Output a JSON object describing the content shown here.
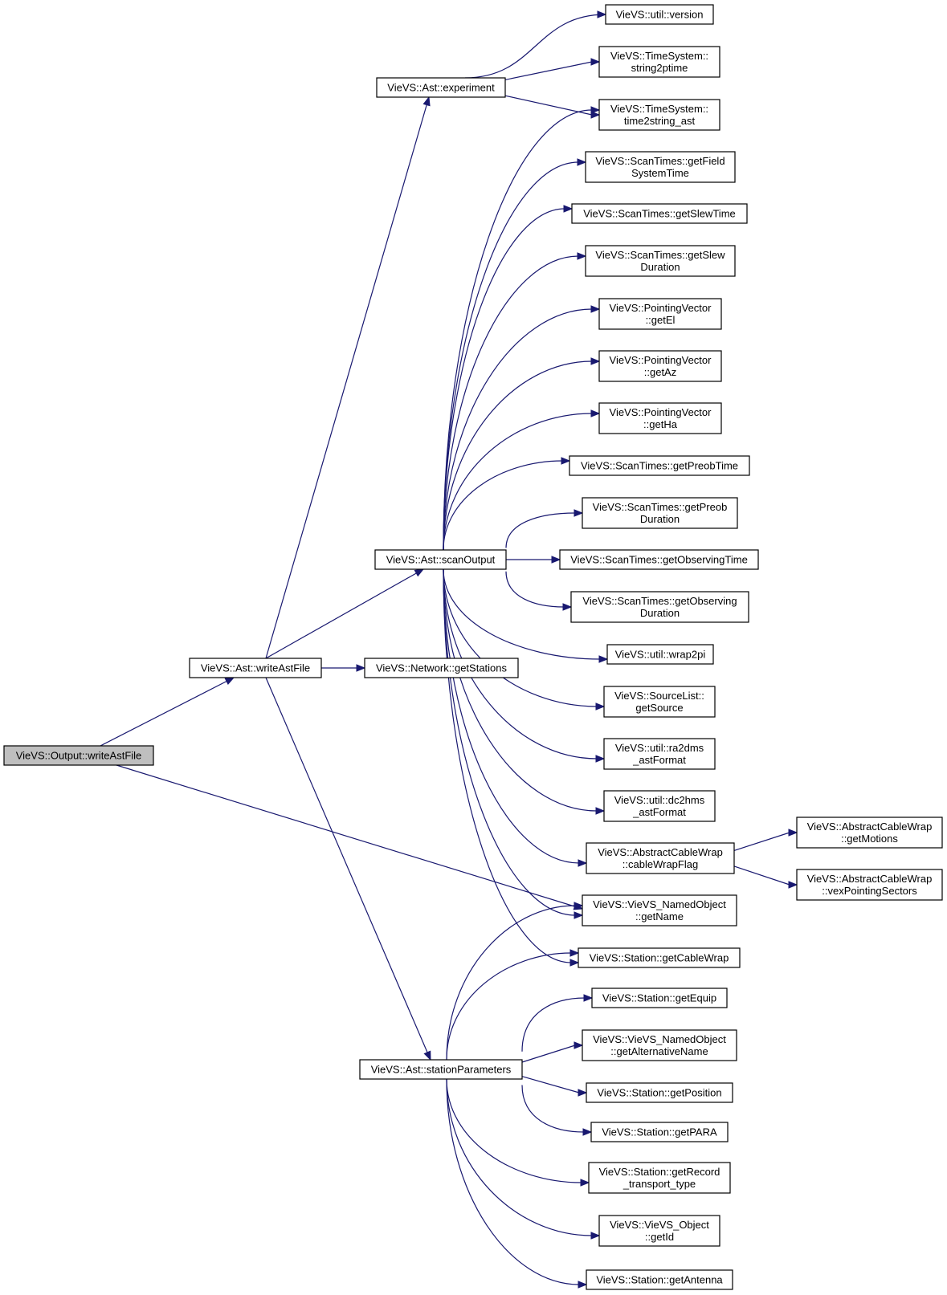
{
  "diagram": {
    "nodes": [
      {
        "id": "output_writeAstFile",
        "lines": [
          "VieVS::Output::writeAstFile"
        ],
        "root": true
      },
      {
        "id": "ast_writeAstFile",
        "lines": [
          "VieVS::Ast::writeAstFile"
        ]
      },
      {
        "id": "ast_experiment",
        "lines": [
          "VieVS::Ast::experiment"
        ]
      },
      {
        "id": "ast_scanOutput",
        "lines": [
          "VieVS::Ast::scanOutput"
        ]
      },
      {
        "id": "network_getStations",
        "lines": [
          "VieVS::Network::getStations"
        ]
      },
      {
        "id": "ast_stationParameters",
        "lines": [
          "VieVS::Ast::stationParameters"
        ]
      },
      {
        "id": "util_version",
        "lines": [
          "VieVS::util::version"
        ]
      },
      {
        "id": "ts_string2ptime",
        "lines": [
          "VieVS::TimeSystem::",
          "string2ptime"
        ]
      },
      {
        "id": "ts_time2string_ast",
        "lines": [
          "VieVS::TimeSystem::",
          "time2string_ast"
        ]
      },
      {
        "id": "st_getFieldSystemTime",
        "lines": [
          "VieVS::ScanTimes::getField",
          "SystemTime"
        ]
      },
      {
        "id": "st_getSlewTime",
        "lines": [
          "VieVS::ScanTimes::getSlewTime"
        ]
      },
      {
        "id": "st_getSlewDuration",
        "lines": [
          "VieVS::ScanTimes::getSlew",
          "Duration"
        ]
      },
      {
        "id": "pv_getEl",
        "lines": [
          "VieVS::PointingVector",
          "::getEl"
        ]
      },
      {
        "id": "pv_getAz",
        "lines": [
          "VieVS::PointingVector",
          "::getAz"
        ]
      },
      {
        "id": "pv_getHa",
        "lines": [
          "VieVS::PointingVector",
          "::getHa"
        ]
      },
      {
        "id": "st_getPreobTime",
        "lines": [
          "VieVS::ScanTimes::getPreobTime"
        ]
      },
      {
        "id": "st_getPreobDuration",
        "lines": [
          "VieVS::ScanTimes::getPreob",
          "Duration"
        ]
      },
      {
        "id": "st_getObservingTime",
        "lines": [
          "VieVS::ScanTimes::getObservingTime"
        ]
      },
      {
        "id": "st_getObservingDuration",
        "lines": [
          "VieVS::ScanTimes::getObserving",
          "Duration"
        ]
      },
      {
        "id": "util_wrap2pi",
        "lines": [
          "VieVS::util::wrap2pi"
        ]
      },
      {
        "id": "sl_getSource",
        "lines": [
          "VieVS::SourceList::",
          "getSource"
        ]
      },
      {
        "id": "util_ra2dms",
        "lines": [
          "VieVS::util::ra2dms",
          "_astFormat"
        ]
      },
      {
        "id": "util_dc2hms",
        "lines": [
          "VieVS::util::dc2hms",
          "_astFormat"
        ]
      },
      {
        "id": "acw_cableWrapFlag",
        "lines": [
          "VieVS::AbstractCableWrap",
          "::cableWrapFlag"
        ]
      },
      {
        "id": "acw_getMotions",
        "lines": [
          "VieVS::AbstractCableWrap",
          "::getMotions"
        ]
      },
      {
        "id": "acw_vexPointingSectors",
        "lines": [
          "VieVS::AbstractCableWrap",
          "::vexPointingSectors"
        ]
      },
      {
        "id": "no_getName",
        "lines": [
          "VieVS::VieVS_NamedObject",
          "::getName"
        ]
      },
      {
        "id": "stn_getCableWrap",
        "lines": [
          "VieVS::Station::getCableWrap"
        ]
      },
      {
        "id": "stn_getEquip",
        "lines": [
          "VieVS::Station::getEquip"
        ]
      },
      {
        "id": "no_getAlternativeName",
        "lines": [
          "VieVS::VieVS_NamedObject",
          "::getAlternativeName"
        ]
      },
      {
        "id": "stn_getPosition",
        "lines": [
          "VieVS::Station::getPosition"
        ]
      },
      {
        "id": "stn_getPARA",
        "lines": [
          "VieVS::Station::getPARA"
        ]
      },
      {
        "id": "stn_getRecord",
        "lines": [
          "VieVS::Station::getRecord",
          "_transport_type"
        ]
      },
      {
        "id": "obj_getId",
        "lines": [
          "VieVS::VieVS_Object",
          "::getId"
        ]
      },
      {
        "id": "stn_getAntenna",
        "lines": [
          "VieVS::Station::getAntenna"
        ]
      }
    ],
    "edges": [
      {
        "from": "output_writeAstFile",
        "to": "ast_writeAstFile"
      },
      {
        "from": "output_writeAstFile",
        "to": "no_getName"
      },
      {
        "from": "ast_writeAstFile",
        "to": "ast_experiment"
      },
      {
        "from": "ast_writeAstFile",
        "to": "ast_scanOutput"
      },
      {
        "from": "ast_writeAstFile",
        "to": "network_getStations"
      },
      {
        "from": "ast_writeAstFile",
        "to": "ast_stationParameters"
      },
      {
        "from": "ast_experiment",
        "to": "util_version"
      },
      {
        "from": "ast_experiment",
        "to": "ts_string2ptime"
      },
      {
        "from": "ast_experiment",
        "to": "ts_time2string_ast"
      },
      {
        "from": "ast_scanOutput",
        "to": "ts_time2string_ast"
      },
      {
        "from": "ast_scanOutput",
        "to": "st_getFieldSystemTime"
      },
      {
        "from": "ast_scanOutput",
        "to": "st_getSlewTime"
      },
      {
        "from": "ast_scanOutput",
        "to": "st_getSlewDuration"
      },
      {
        "from": "ast_scanOutput",
        "to": "pv_getEl"
      },
      {
        "from": "ast_scanOutput",
        "to": "pv_getAz"
      },
      {
        "from": "ast_scanOutput",
        "to": "pv_getHa"
      },
      {
        "from": "ast_scanOutput",
        "to": "st_getPreobTime"
      },
      {
        "from": "ast_scanOutput",
        "to": "st_getPreobDuration"
      },
      {
        "from": "ast_scanOutput",
        "to": "st_getObservingTime"
      },
      {
        "from": "ast_scanOutput",
        "to": "st_getObservingDuration"
      },
      {
        "from": "ast_scanOutput",
        "to": "util_wrap2pi"
      },
      {
        "from": "ast_scanOutput",
        "to": "sl_getSource"
      },
      {
        "from": "ast_scanOutput",
        "to": "util_ra2dms"
      },
      {
        "from": "ast_scanOutput",
        "to": "util_dc2hms"
      },
      {
        "from": "ast_scanOutput",
        "to": "acw_cableWrapFlag"
      },
      {
        "from": "ast_scanOutput",
        "to": "no_getName"
      },
      {
        "from": "ast_scanOutput",
        "to": "stn_getCableWrap"
      },
      {
        "from": "acw_cableWrapFlag",
        "to": "acw_getMotions"
      },
      {
        "from": "acw_cableWrapFlag",
        "to": "acw_vexPointingSectors"
      },
      {
        "from": "ast_stationParameters",
        "to": "no_getName"
      },
      {
        "from": "ast_stationParameters",
        "to": "stn_getCableWrap"
      },
      {
        "from": "ast_stationParameters",
        "to": "stn_getEquip"
      },
      {
        "from": "ast_stationParameters",
        "to": "no_getAlternativeName"
      },
      {
        "from": "ast_stationParameters",
        "to": "stn_getPosition"
      },
      {
        "from": "ast_stationParameters",
        "to": "stn_getPARA"
      },
      {
        "from": "ast_stationParameters",
        "to": "stn_getRecord"
      },
      {
        "from": "ast_stationParameters",
        "to": "obj_getId"
      },
      {
        "from": "ast_stationParameters",
        "to": "stn_getAntenna"
      }
    ]
  }
}
